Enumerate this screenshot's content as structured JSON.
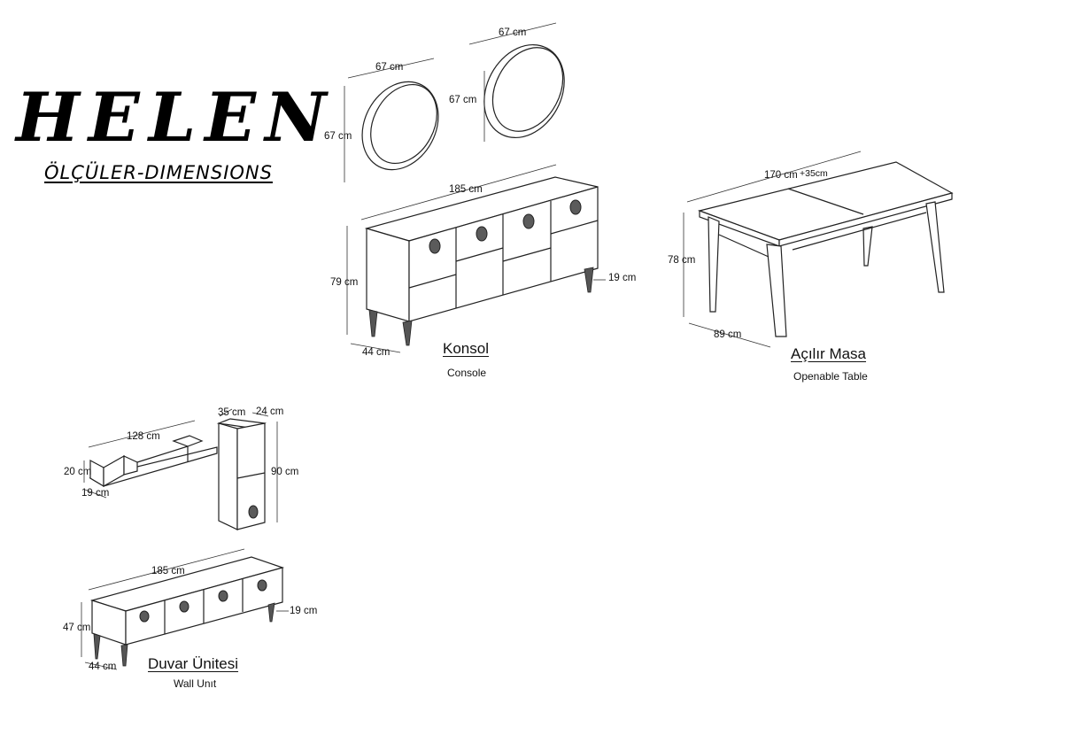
{
  "brand": {
    "title": "HELEN",
    "subtitle": "ÖLÇÜLER-DIMENSIONS"
  },
  "mirrors": {
    "left_width": "67 cm",
    "left_height": "67 cm",
    "right_width": "67 cm",
    "right_height": "67 cm"
  },
  "console": {
    "name": "Konsol",
    "name_en": "Console",
    "width": "185 cm",
    "height": "79 cm",
    "depth": "44 cm",
    "leg": "19 cm"
  },
  "table": {
    "name": "Açılır Masa",
    "name_en": "Openable Table",
    "length_main": "170 cm",
    "length_ext": "+35cm",
    "height": "78 cm",
    "width": "89 cm"
  },
  "wall_shelf": {
    "width": "128 cm",
    "height": "20 cm",
    "depth": "19 cm"
  },
  "wall_cabinet": {
    "width": "35 cm",
    "depth": "24 cm",
    "height": "90 cm"
  },
  "tv_unit": {
    "name": "Duvar Ünitesi",
    "name_en": "Wall Unıt",
    "width": "185 cm",
    "height": "47 cm",
    "depth": "44 cm",
    "leg": "19 cm"
  }
}
